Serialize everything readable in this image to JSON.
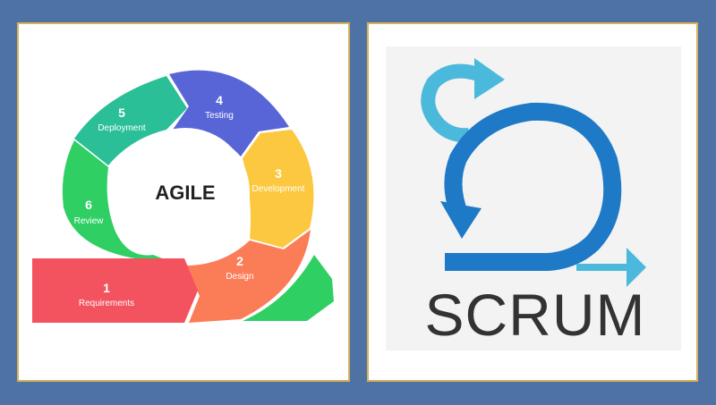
{
  "agile": {
    "center_label": "AGILE",
    "steps": [
      {
        "number": "1",
        "label": "Requirements",
        "color": "#f3525f"
      },
      {
        "number": "2",
        "label": "Design",
        "color": "#fb7d58"
      },
      {
        "number": "3",
        "label": "Development",
        "color": "#fbc840"
      },
      {
        "number": "4",
        "label": "Testing",
        "color": "#5865d6"
      },
      {
        "number": "5",
        "label": "Deployment",
        "color": "#2bbf97"
      },
      {
        "number": "6",
        "label": "Review",
        "color": "#2fcf64"
      }
    ]
  },
  "scrum": {
    "label": "SCRUM",
    "colors": {
      "main_loop": "#1e7ac7",
      "small_loop": "#4bb9db"
    }
  },
  "colors": {
    "background": "#4e72a4",
    "panel_border": "#d8b25c"
  }
}
